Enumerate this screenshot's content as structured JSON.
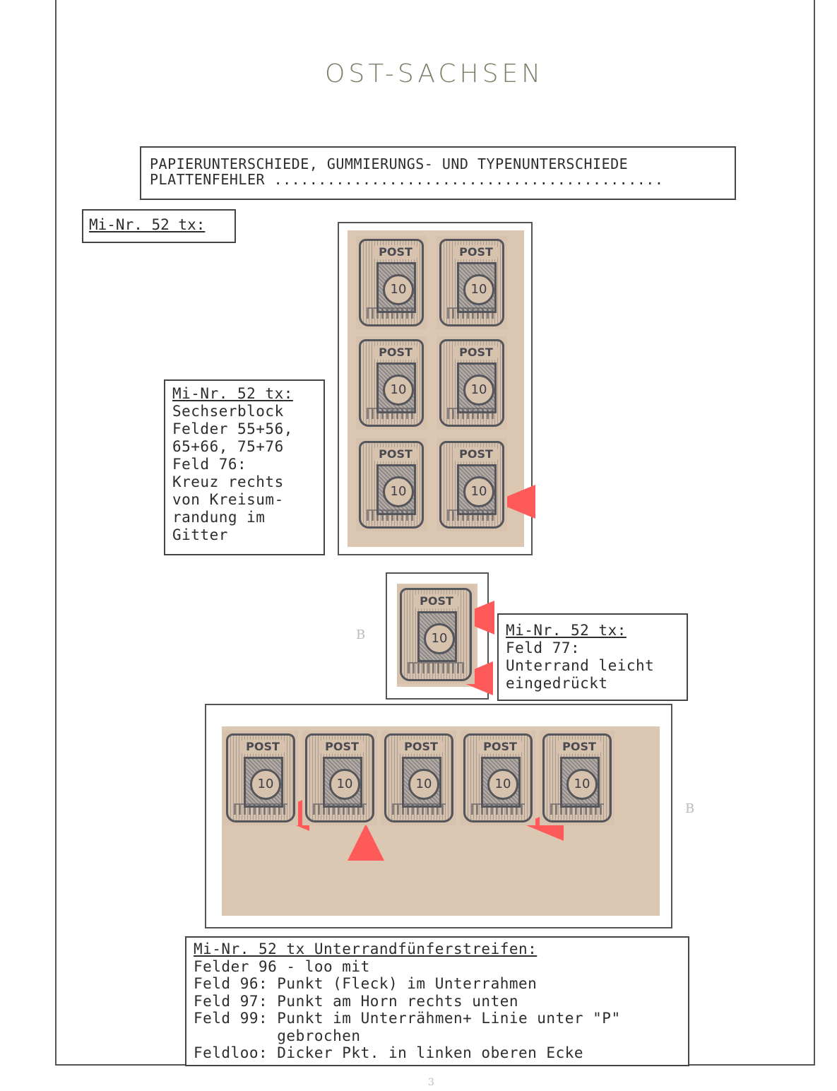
{
  "page": {
    "title": "OST-SACHSEN",
    "header": {
      "line1": "PAPIERUNTERSCHIEDE, GUMMIERUNGS- UND TYPENUNTERSCHIEDE",
      "line2": "PLATTENFEHLER ............................................"
    },
    "label_top": "Mi-Nr. 52 tx:",
    "stamp_text": {
      "post": "POST",
      "value": "10"
    },
    "block_note": {
      "heading": "Mi-Nr. 52 tx:",
      "lines": [
        "Sechserblock",
        "Felder 55+56,",
        "65+66, 75+76",
        "Feld 76:",
        "Kreuz rechts",
        "von Kreisum-",
        "randung im",
        "Gitter"
      ]
    },
    "single_note": {
      "heading": "Mi-Nr. 52 tx:",
      "lines": [
        "Feld 77:",
        "Unterrand leicht",
        "eingedrückt"
      ]
    },
    "strip_note": {
      "heading": "Mi-Nr. 52 tx Unterrandfünferstreifen:",
      "lines": [
        "Felder 96 - loo mit",
        "Feld 96: Punkt (Fleck) im Unterrahmen",
        "Feld 97: Punkt am Horn rechts unten",
        "Feld 99: Punkt im Unterrähmen+ Linie unter \"P\"",
        "         gebrochen",
        "Feldloo: Dicker Pkt. in linken oberen Ecke"
      ]
    },
    "pencil_marks": {
      "single": "B",
      "strip": "B",
      "page_number": "3"
    },
    "colors": {
      "arrow": "#ff5a5a",
      "paper": "#dcc7b2",
      "ink": "#55555c"
    }
  }
}
